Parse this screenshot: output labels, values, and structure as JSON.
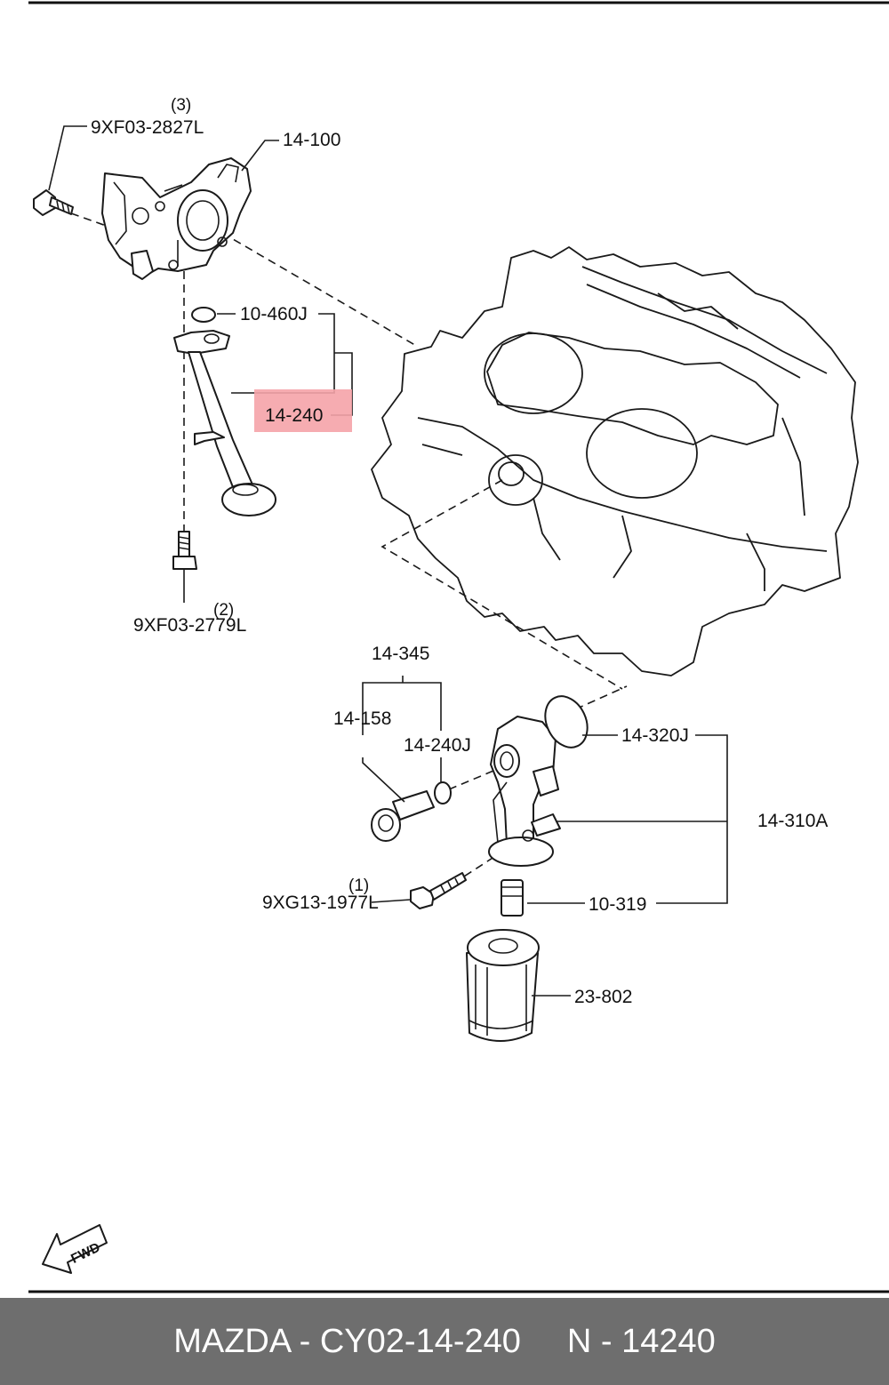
{
  "labels": {
    "bolt_pump": "9XF03-2827L",
    "bolt_pump_qty": "(3)",
    "oil_pump": "14-100",
    "gasket_top": "10-460J",
    "strainer": "14-240",
    "bolt_strainer": "9XF03-2779L",
    "bolt_strainer_qty": "(2)",
    "kit": "14-345",
    "plug": "14-158",
    "oring": "14-240J",
    "filter_gasket": "14-320J",
    "filter_body": "14-310A",
    "bolt_filter": "9XG13-1977L",
    "bolt_filter_qty": "(1)",
    "nipple": "10-319",
    "oil_filter": "23-802",
    "fwd": "FWD"
  },
  "colors": {
    "highlight": "#f5a3a8",
    "footer_bg": "#6e6e6e",
    "footer_text": "#ffffff"
  },
  "footer": {
    "brand_part": "MAZDA - CY02-14-240",
    "alt_part": "N - 14240"
  }
}
